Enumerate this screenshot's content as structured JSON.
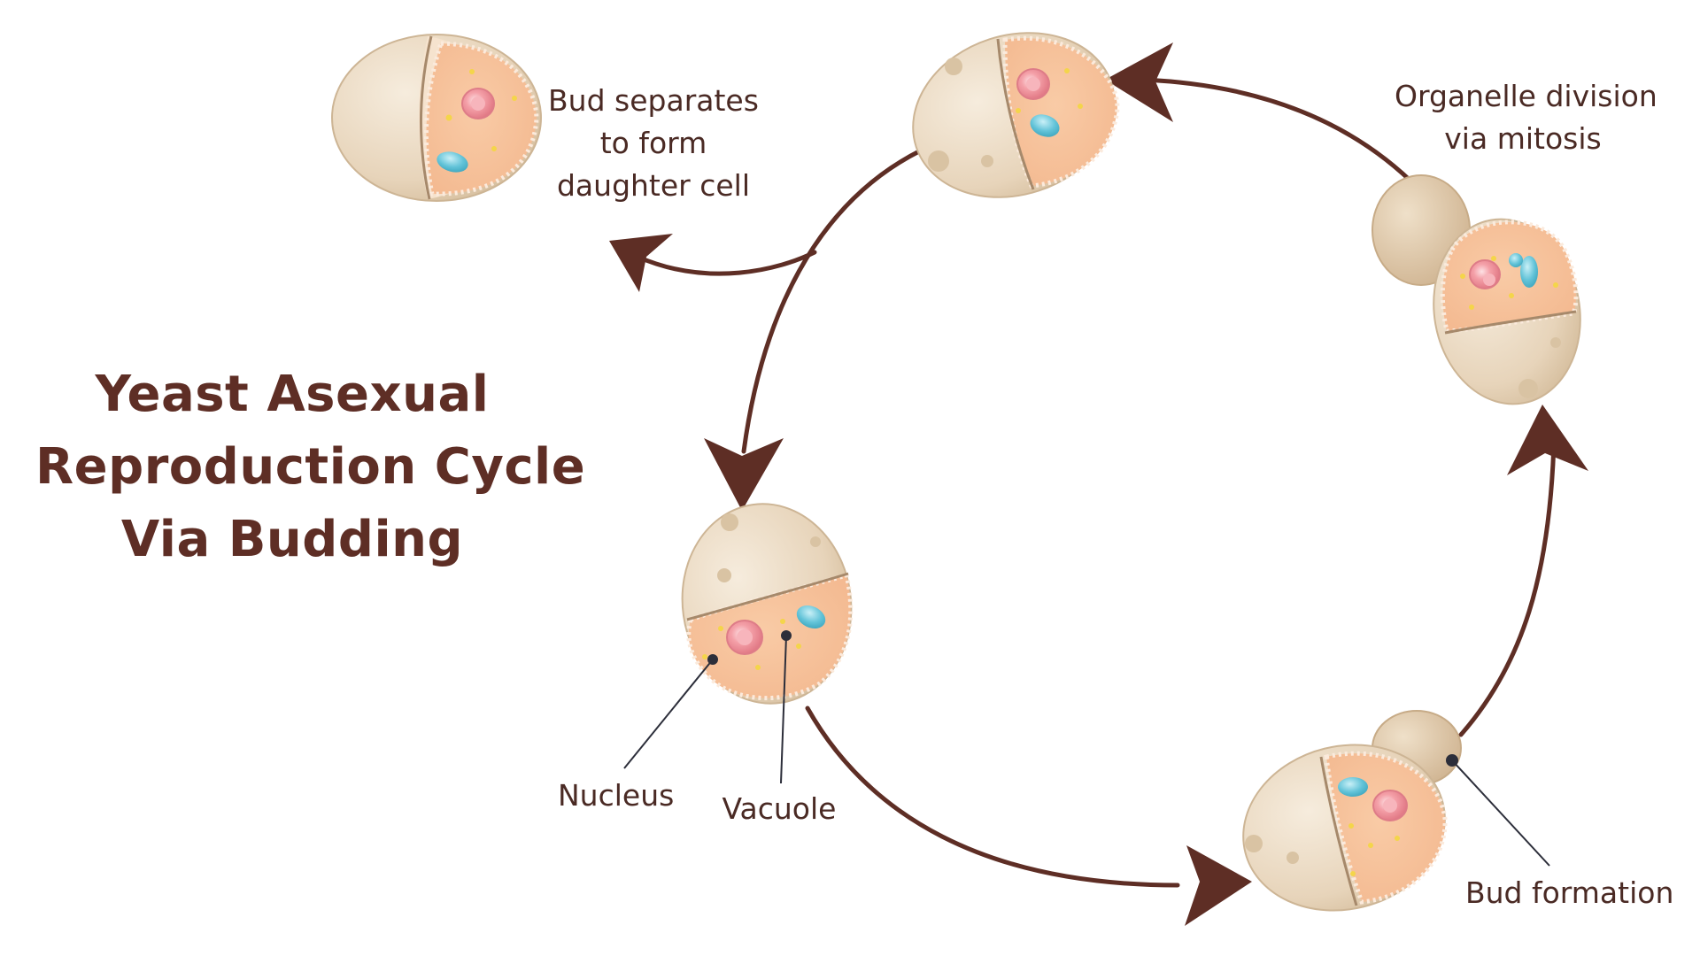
{
  "title": {
    "line1": "Yeast Asexual",
    "line2": "Reproduction  Cycle",
    "line3": "Via Budding"
  },
  "labels": {
    "bud_separates": [
      "Bud separates",
      "to form",
      "daughter cell"
    ],
    "organelle_division": [
      "Organelle division",
      "via mitosis"
    ],
    "nucleus": "Nucleus",
    "vacuole": "Vacuole",
    "bud_formation": "Bud formation"
  },
  "colors": {
    "arrow": "#5e2e25",
    "title": "#5e2e25",
    "label": "#4a2a24",
    "cell_wall": "#ecdcc6",
    "cytoplasm": "#f7c39e",
    "nucleus": "#f28e98",
    "vacuole": "#5bbfd5",
    "granule": "#f4d54a"
  }
}
